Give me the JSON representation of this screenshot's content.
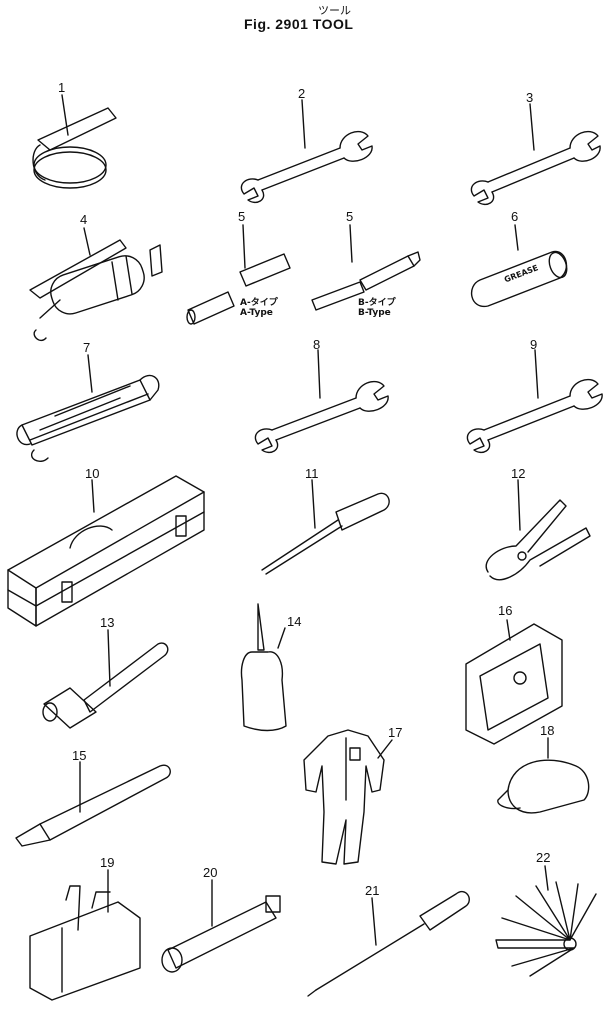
{
  "header": {
    "title_jp": "ツール",
    "title": "Fig. 2901  TOOL"
  },
  "parts": [
    {
      "no": "1"
    },
    {
      "no": "2"
    },
    {
      "no": "3"
    },
    {
      "no": "4"
    },
    {
      "no": "5"
    },
    {
      "no": "5"
    },
    {
      "no": "6"
    },
    {
      "no": "7"
    },
    {
      "no": "8"
    },
    {
      "no": "9"
    },
    {
      "no": "10"
    },
    {
      "no": "11"
    },
    {
      "no": "12"
    },
    {
      "no": "13"
    },
    {
      "no": "14"
    },
    {
      "no": "16"
    },
    {
      "no": "15"
    },
    {
      "no": "17"
    },
    {
      "no": "18"
    },
    {
      "no": "19"
    },
    {
      "no": "20"
    },
    {
      "no": "21"
    },
    {
      "no": "22"
    }
  ],
  "type_labels": {
    "a": [
      "A-タイプ",
      "A-Type"
    ],
    "b": [
      "B-タイプ",
      "B-Type"
    ]
  },
  "tool_texts": {
    "grease": "GREASE"
  }
}
